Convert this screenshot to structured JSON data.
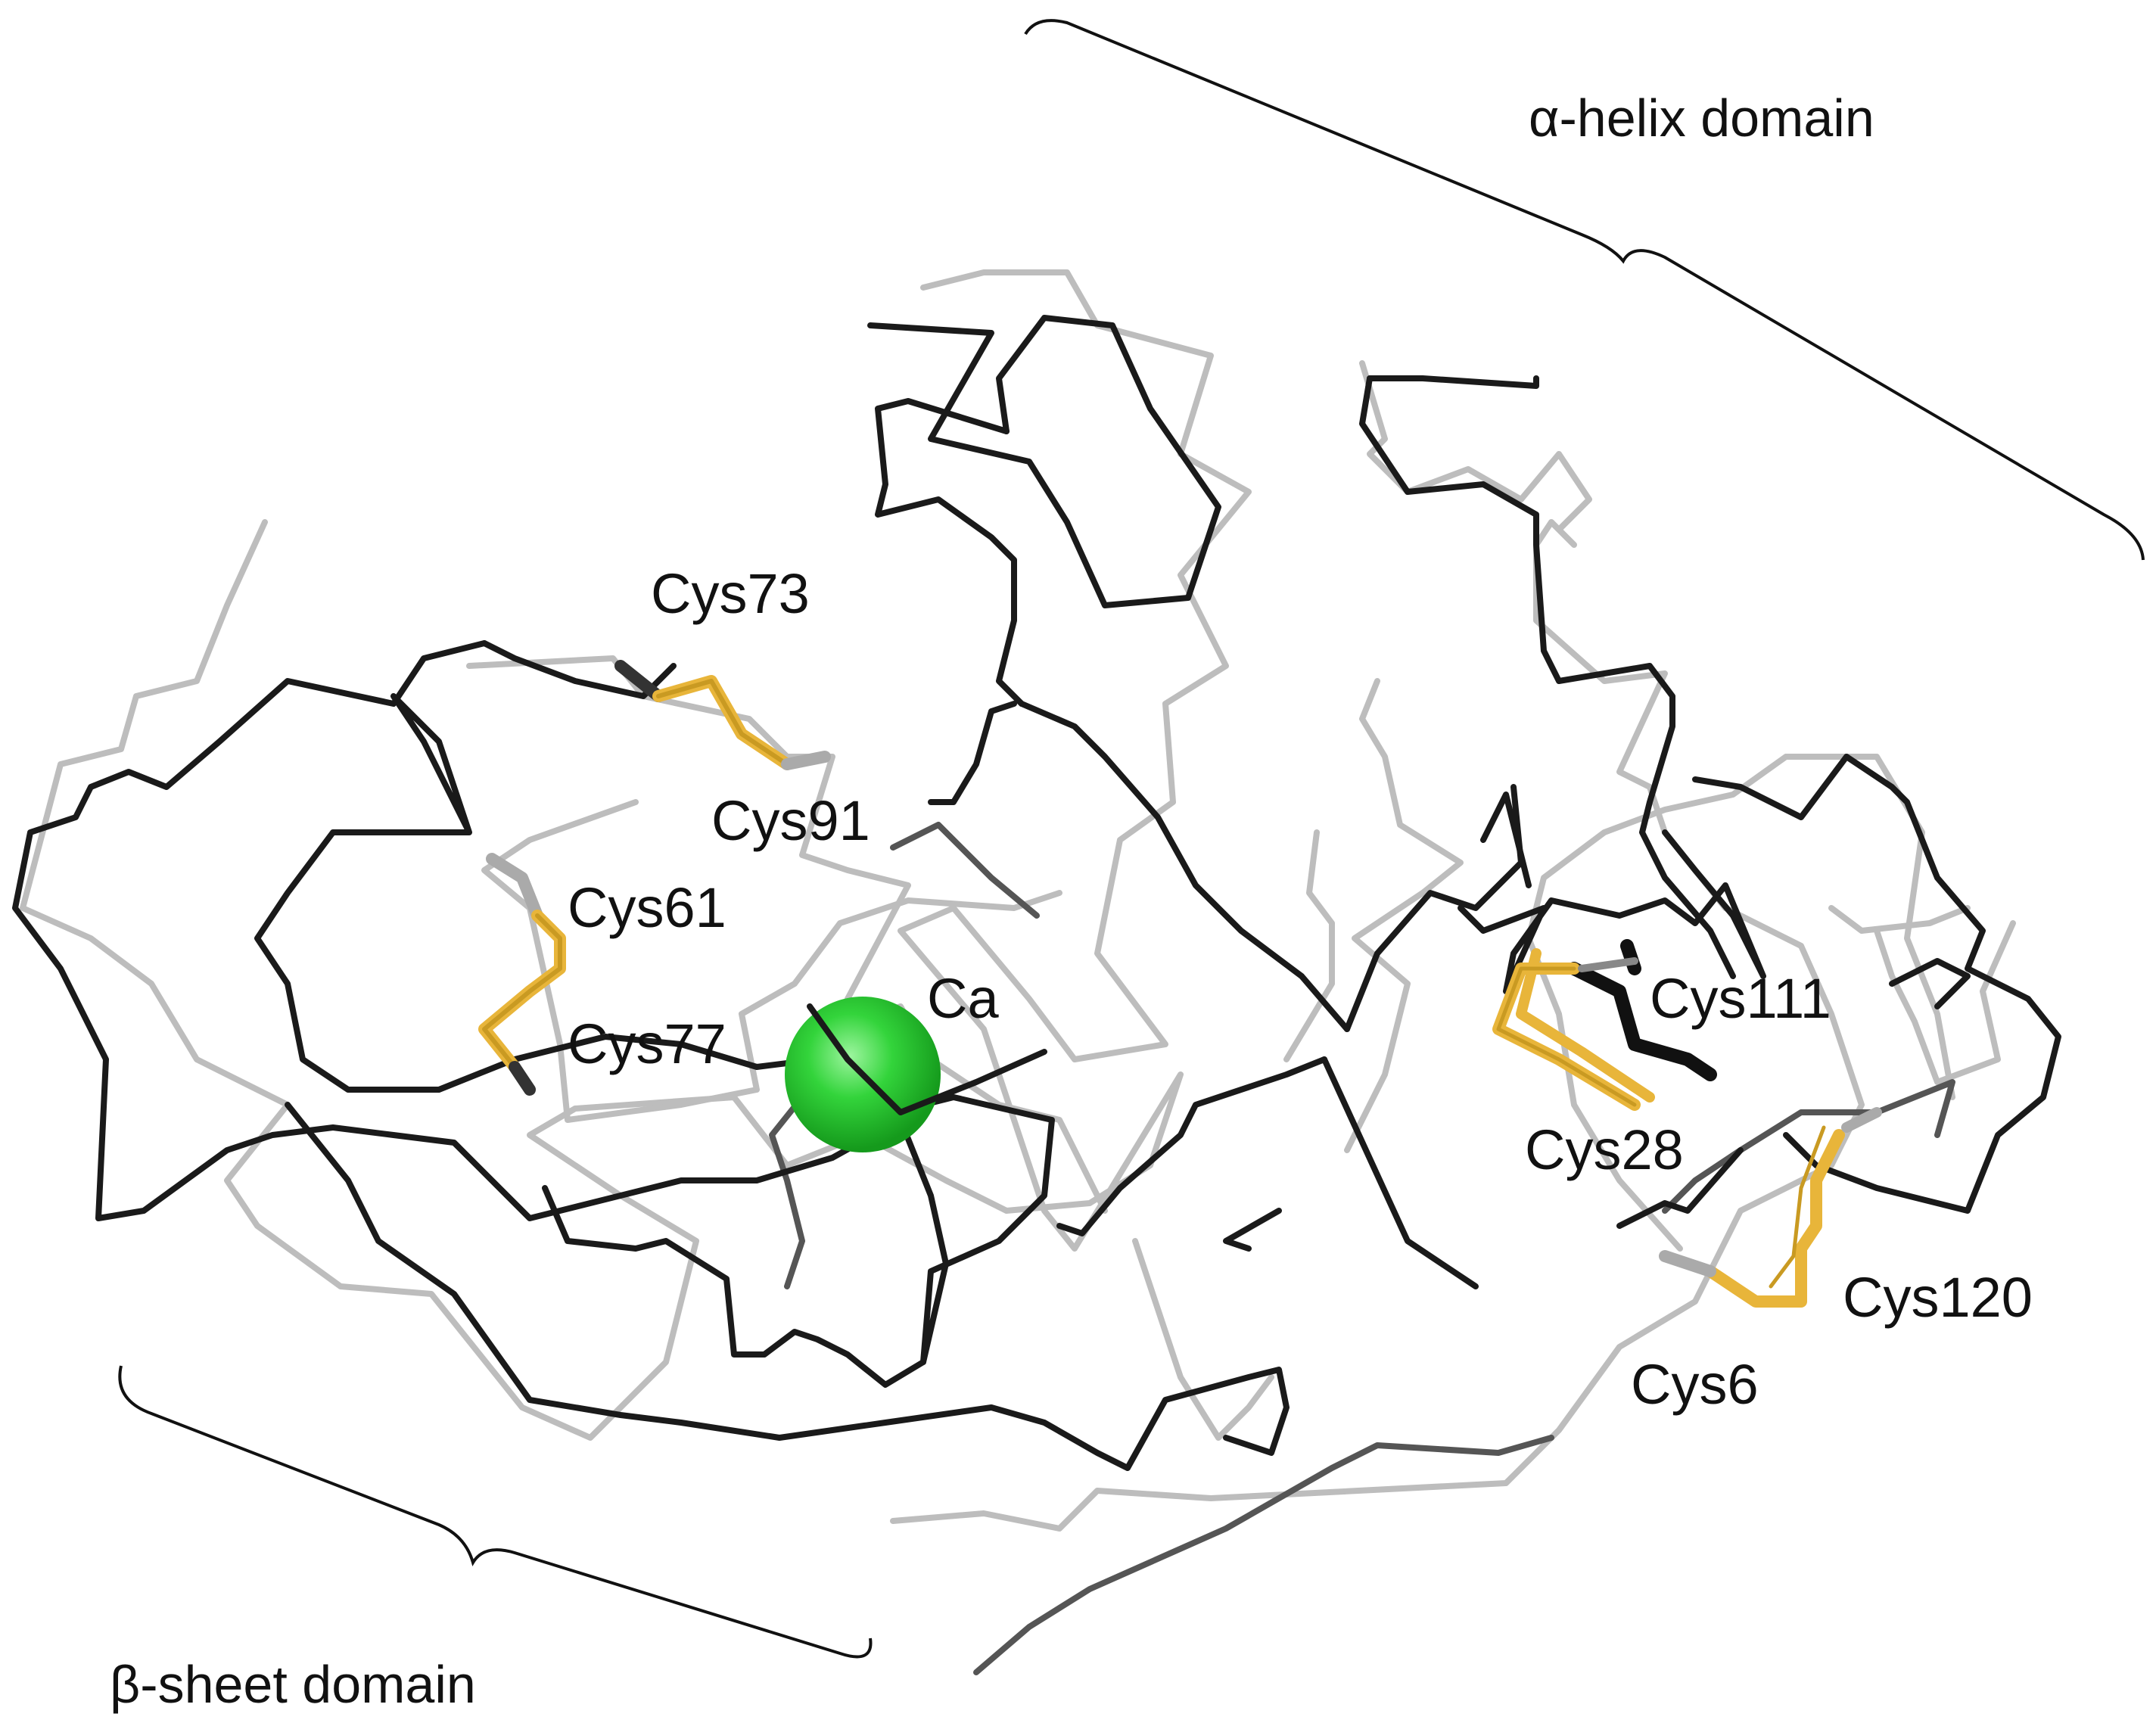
{
  "figure": {
    "domains": {
      "alpha": "α-helix domain",
      "beta": "β-sheet domain"
    },
    "residues": {
      "cys73": "Cys73",
      "cys91": "Cys91",
      "cys61": "Cys61",
      "cys77": "Cys77",
      "ca": "Ca",
      "cys111": "Cys111",
      "cys28": "Cys28",
      "cys120": "Cys120",
      "cys6": "Cys6"
    },
    "colors": {
      "structure_a": "#1a1a1a",
      "structure_b": "#bdbdbd",
      "structure_c": "#555555",
      "disulfide": "#e8b53a",
      "calcium": "#2ecc40"
    },
    "disulfide_bonds": [
      "Cys73-Cys91",
      "Cys61-Cys77",
      "Cys111-Cys28",
      "Cys120-Cys6"
    ]
  }
}
